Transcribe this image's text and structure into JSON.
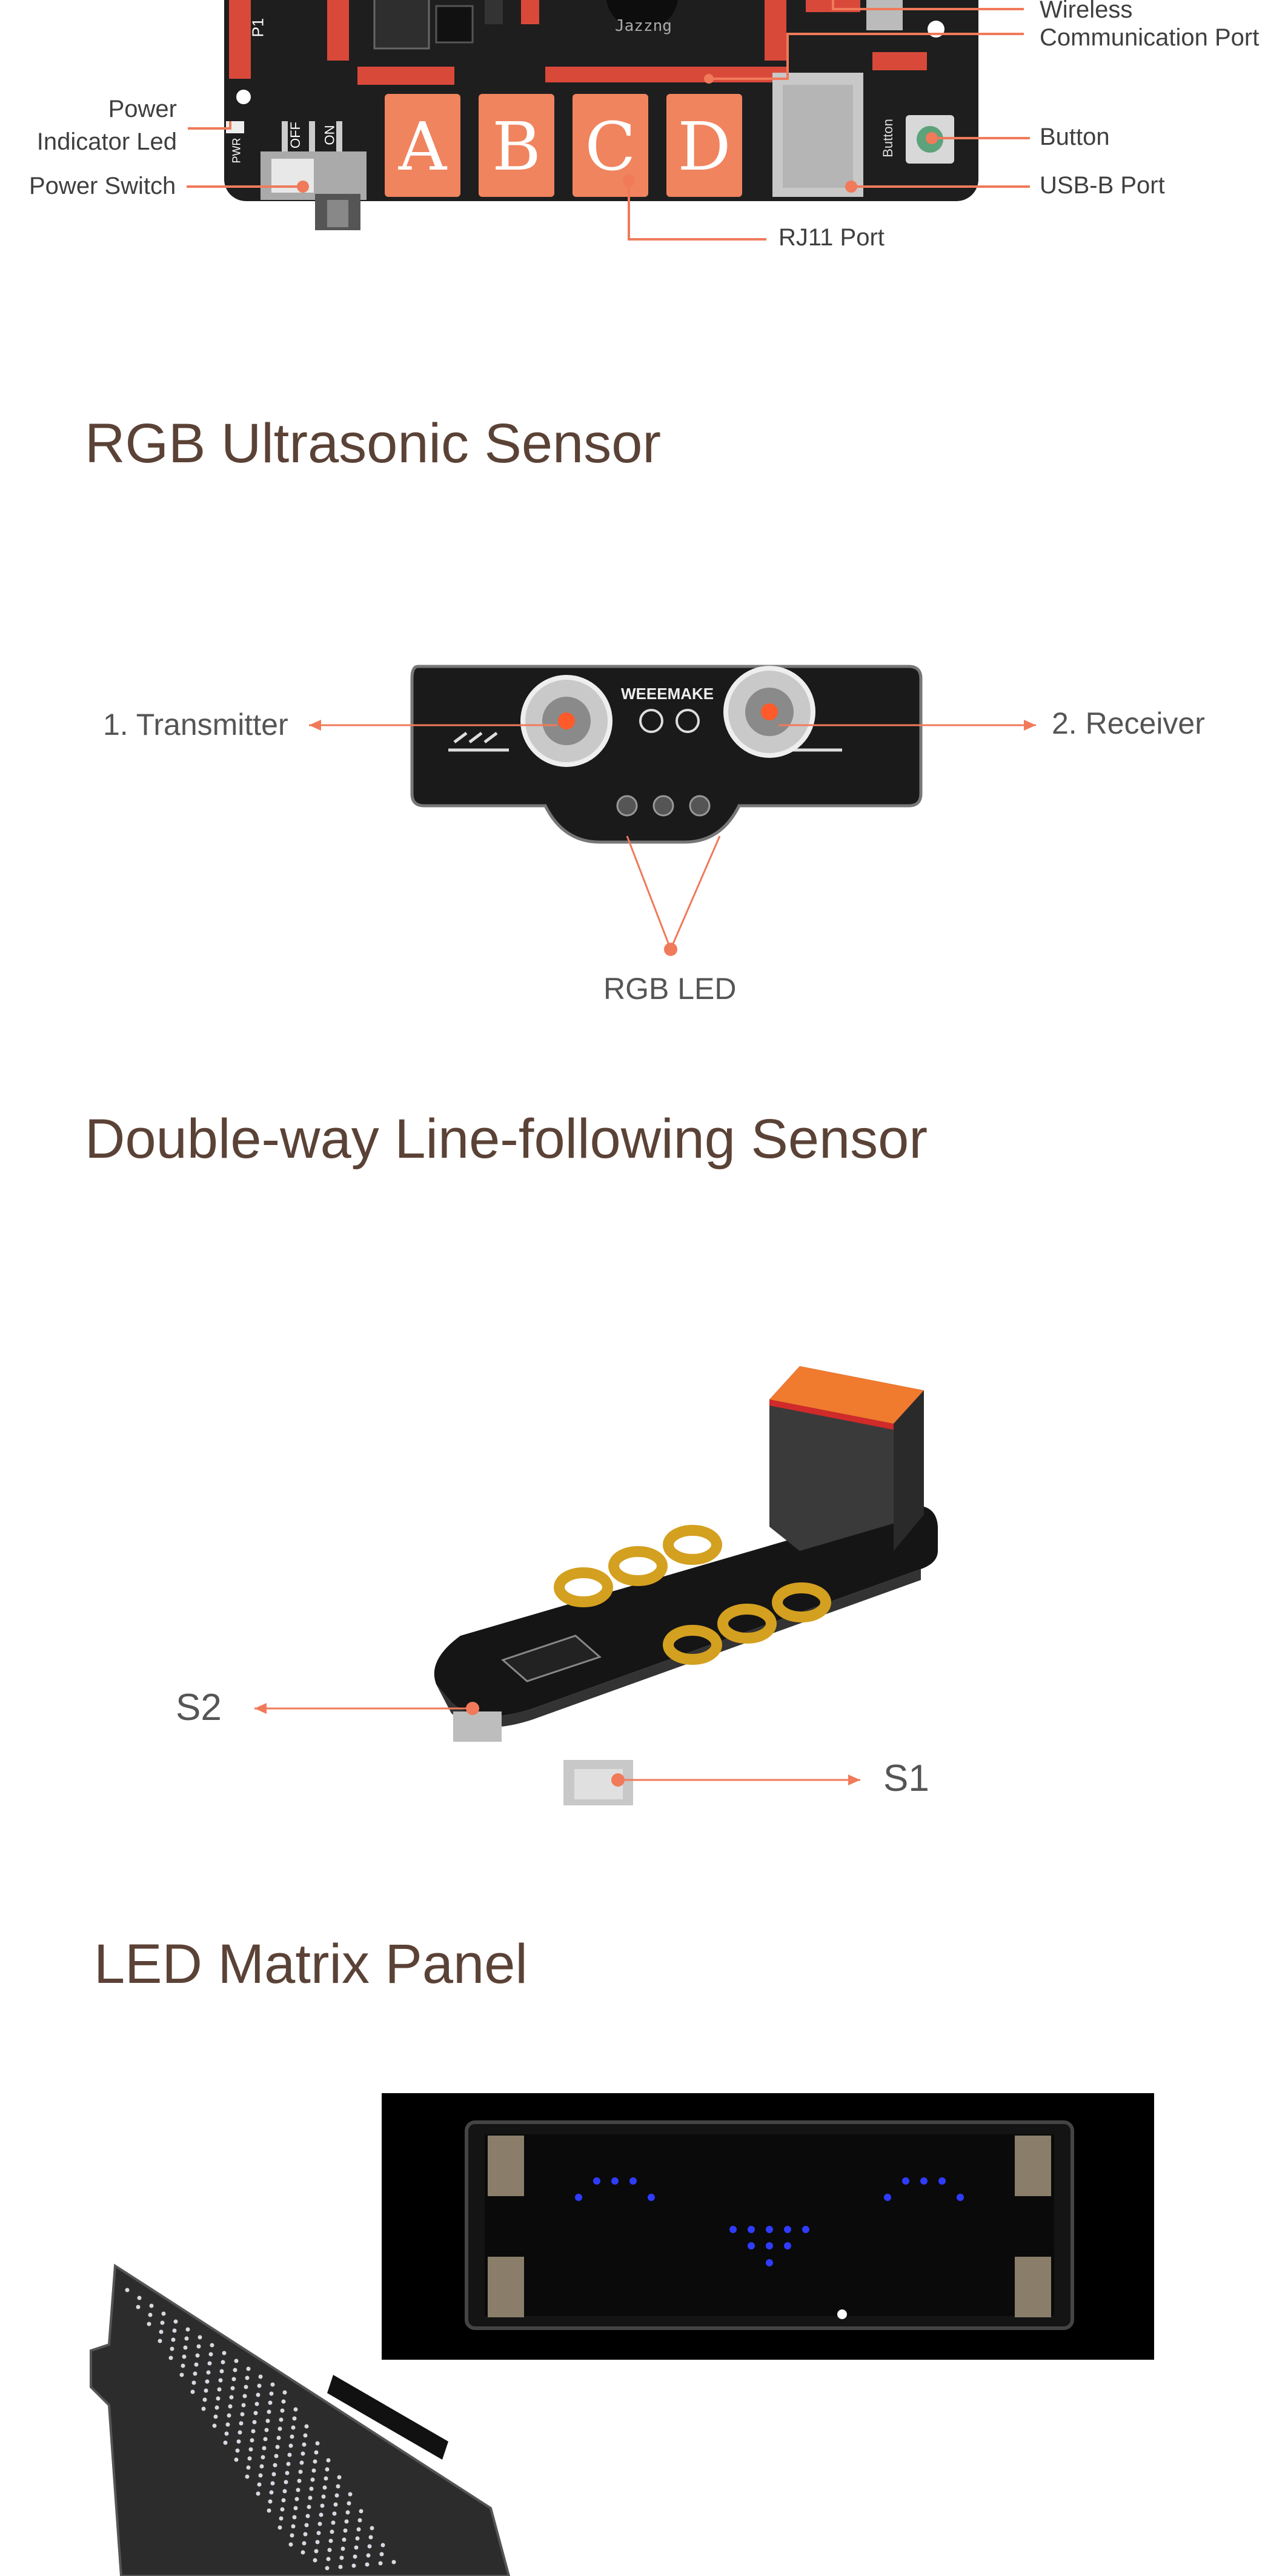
{
  "board": {
    "callouts": {
      "wireless_port_line1": "Wireless",
      "wireless_port_line2": "Communication Port",
      "power_led_line1": "Power",
      "power_led_line2": "Indicator Led",
      "power_switch": "Power Switch",
      "button": "Button",
      "usb_b_port": "USB-B Port",
      "rj11_port": "RJ11 Port"
    },
    "silkscreen": {
      "p1": "P1",
      "jazzng": "Jazzng",
      "off": "OFF",
      "on": "ON",
      "pwr": "PWR",
      "button_text": "Button"
    },
    "ports": [
      "A",
      "B",
      "C",
      "D"
    ]
  },
  "ultrasonic": {
    "title": "RGB Ultrasonic Sensor",
    "transmitter": "1. Transmitter",
    "receiver": "2. Receiver",
    "rgb_led": "RGB LED",
    "brand": "WEEEMAKE"
  },
  "line_follow": {
    "title": "Double-way Line-following Sensor",
    "s1": "S1",
    "s2": "S2"
  },
  "led_matrix": {
    "title": "LED Matrix Panel"
  },
  "colors": {
    "accent": "#f07a5a",
    "pcb": "#1c1c1c",
    "port": "#f0845e",
    "gold": "#d4a020",
    "title_text": "#5b4236"
  }
}
